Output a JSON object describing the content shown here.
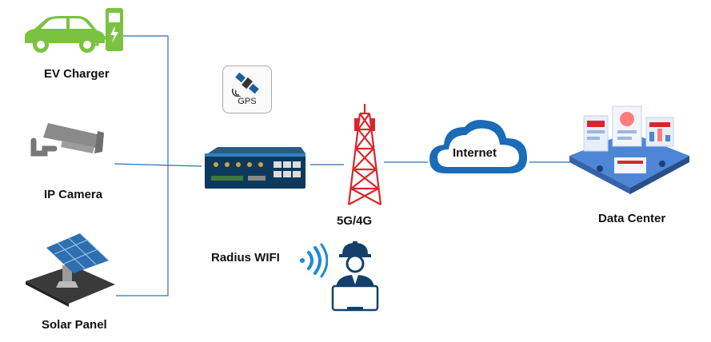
{
  "nodes": {
    "ev_charger": {
      "label": "EV Charger"
    },
    "ip_camera": {
      "label": "IP Camera"
    },
    "solar_panel": {
      "label": "Solar Panel"
    },
    "gps": {
      "label": "GPS"
    },
    "tower": {
      "label": "5G/4G"
    },
    "internet": {
      "label": "Internet"
    },
    "data_center": {
      "label": "Data Center"
    },
    "radius_wifi": {
      "label": "Radius WIFI"
    }
  },
  "colors": {
    "line": "#2a6fb0",
    "car": "#7cc241",
    "tower": "#d8262b",
    "cloud": "#1a6bb8",
    "router": "#0d3a5c",
    "router_accent": "#2f7fc1",
    "wifi": "#1b8ad6",
    "worker": "#12406b"
  },
  "icons": [
    "ev-car-icon",
    "charging-station-icon",
    "cctv-camera-icon",
    "solar-panel-icon",
    "gps-satellite-icon",
    "router-icon",
    "cell-tower-icon",
    "cloud-icon",
    "data-center-icon",
    "wifi-signal-icon",
    "worker-laptop-icon"
  ]
}
